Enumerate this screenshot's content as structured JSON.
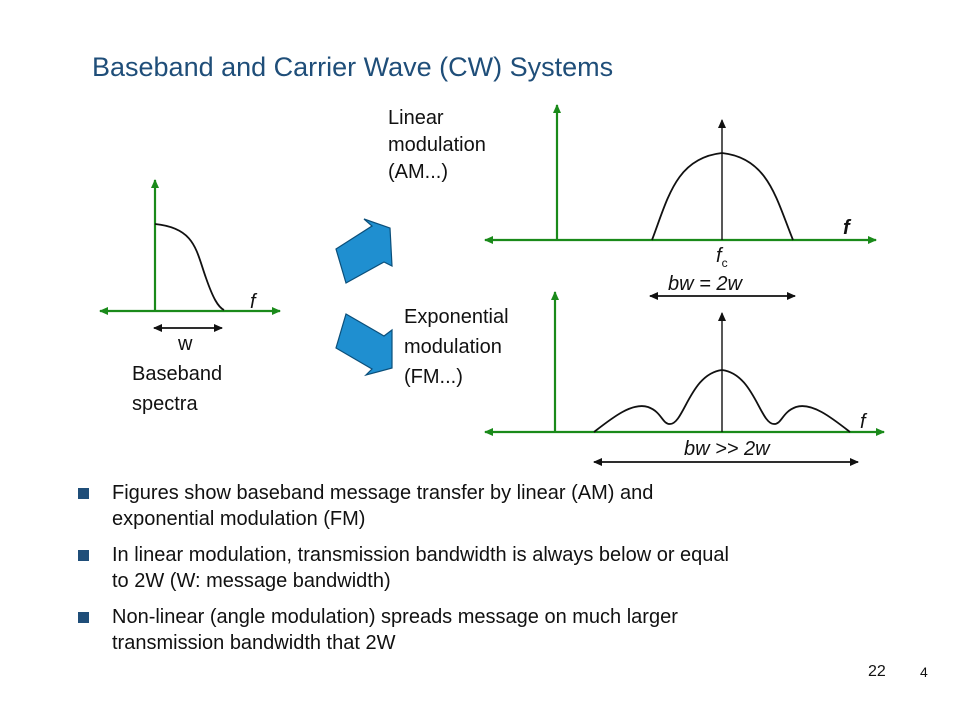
{
  "title": "Baseband and Carrier Wave (CW) Systems",
  "diagram": {
    "baseband": {
      "f_label": "f",
      "w_label": "w",
      "caption_line1": "Baseband",
      "caption_line2": "spectra"
    },
    "linear": {
      "label_line1": "Linear",
      "label_line2": "modulation",
      "label_line3": "(AM...)",
      "f_label": "f",
      "fc_main": "f",
      "fc_sub": "c",
      "bw_label": "bw = 2w"
    },
    "exponential": {
      "label_line1": "Exponential",
      "label_line2": "modulation",
      "label_line3": "(FM...)",
      "f_label": "f",
      "bw_label": "bw >> 2w"
    },
    "colors": {
      "axis": "#1a8a1a",
      "arrow_fill": "#1f8fd0",
      "arrow_stroke": "#0b4f7a"
    }
  },
  "bullets": [
    {
      "line1": "Figures show baseband message transfer by linear (AM) and",
      "line2": "exponential modulation (FM)"
    },
    {
      "line1": "In linear modulation, transmission bandwidth is always below or equal",
      "line2": "to 2W (W: message bandwidth)"
    },
    {
      "line1": "Non-linear (angle modulation) spreads message on much larger",
      "line2": "transmission bandwidth that 2W"
    }
  ],
  "footer": {
    "slide_number": "22",
    "edge_mark": "4"
  }
}
